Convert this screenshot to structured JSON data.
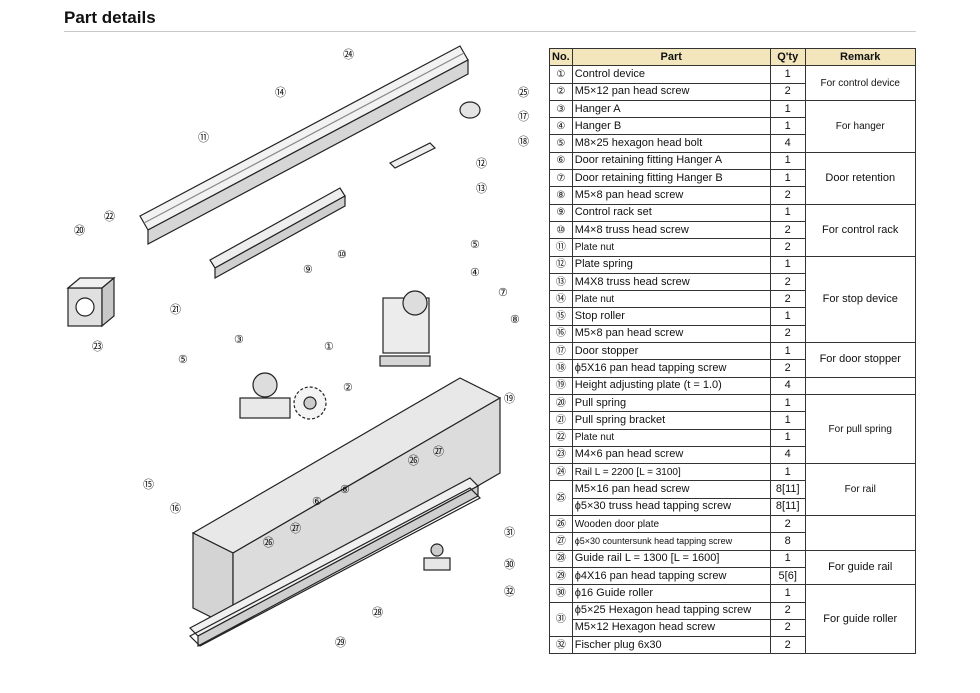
{
  "title": "Part details",
  "table": {
    "headers": {
      "no": "No.",
      "part": "Part",
      "qty": "Q'ty",
      "remark": "Remark"
    },
    "rows": [
      {
        "no": "①",
        "part": "Control device",
        "qty": "1"
      },
      {
        "no": "②",
        "part": "M5×12 pan head screw",
        "qty": "2"
      },
      {
        "no": "③",
        "part": "Hanger A",
        "qty": "1"
      },
      {
        "no": "④",
        "part": "Hanger B",
        "qty": "1"
      },
      {
        "no": "⑤",
        "part": "M8×25 hexagon head bolt",
        "qty": "4"
      },
      {
        "no": "⑥",
        "part": "Door retaining fitting Hanger A",
        "qty": "1"
      },
      {
        "no": "⑦",
        "part": "Door retaining fitting Hanger B",
        "qty": "1"
      },
      {
        "no": "⑧",
        "part": "M5×8 pan head screw",
        "qty": "2"
      },
      {
        "no": "⑨",
        "part": "Control rack set",
        "qty": "1"
      },
      {
        "no": "⑩",
        "part": "M4×8 truss head screw",
        "qty": "2"
      },
      {
        "no": "⑪",
        "part": "Plate nut",
        "qty": "2"
      },
      {
        "no": "⑫",
        "part": "Plate spring",
        "qty": "1"
      },
      {
        "no": "⑬",
        "part": "M4X8 truss head screw",
        "qty": "2"
      },
      {
        "no": "⑭",
        "part": "Plate nut",
        "qty": "2"
      },
      {
        "no": "⑮",
        "part": "Stop roller",
        "qty": "1"
      },
      {
        "no": "⑯",
        "part": "M5×8 pan head screw",
        "qty": "2"
      },
      {
        "no": "⑰",
        "part": "Door stopper",
        "qty": "1"
      },
      {
        "no": "⑱",
        "part": "ϕ5X16 pan head tapping screw",
        "qty": "2"
      },
      {
        "no": "⑲",
        "part": "Height adjusting plate (t = 1.0)",
        "qty": "4"
      },
      {
        "no": "⑳",
        "part": "Pull spring",
        "qty": "1"
      },
      {
        "no": "㉑",
        "part": "Pull spring bracket",
        "qty": "1"
      },
      {
        "no": "㉒",
        "part": "Plate nut",
        "qty": "1"
      },
      {
        "no": "㉓",
        "part": "M4×6 pan head screw",
        "qty": "4"
      },
      {
        "no": "㉔",
        "part": "Rail L = 2200 [L = 3100]",
        "qty": "1"
      },
      {
        "no": "㉕",
        "part": "M5×16 pan head screw",
        "qty": "8[11]"
      },
      {
        "no": "",
        "part": "ϕ5×30 truss head tapping screw",
        "qty": "8[11]"
      },
      {
        "no": "㉖",
        "part": "Wooden door plate",
        "qty": "2"
      },
      {
        "no": "㉗",
        "part": "ϕ5×30 countersunk head tapping screw",
        "qty": "8"
      },
      {
        "no": "㉘",
        "part": "Guide rail L = 1300 [L = 1600]",
        "qty": "1"
      },
      {
        "no": "㉙",
        "part": "ϕ4X16 pan head tapping screw",
        "qty": "5[6]"
      },
      {
        "no": "㉚",
        "part": "ϕ16 Guide roller",
        "qty": "1"
      },
      {
        "no": "㉛",
        "part": "ϕ5×25 Hexagon head tapping screw",
        "qty": "2"
      },
      {
        "no": "",
        "part": "M5×12 Hexagon head screw",
        "qty": "2"
      },
      {
        "no": "㉜",
        "part": "Fischer plug 6x30",
        "qty": "2"
      }
    ],
    "remarks": [
      "For control device",
      "For hanger",
      "Door retention",
      "For control rack",
      "For stop device",
      "For door stopper",
      "For pull spring",
      "For rail",
      "For guide rail",
      "For guide roller"
    ]
  },
  "diagram": {
    "callouts": [
      "①",
      "②",
      "③",
      "④",
      "⑤",
      "⑥",
      "⑦",
      "⑧",
      "⑨",
      "⑩",
      "⑪",
      "⑫",
      "⑬",
      "⑭",
      "⑮",
      "⑯",
      "⑰",
      "⑱",
      "⑲",
      "⑳",
      "㉑",
      "㉒",
      "㉓",
      "㉔",
      "㉕",
      "㉖",
      "㉗",
      "㉘",
      "㉙",
      "㉚",
      "㉛",
      "㉜"
    ]
  }
}
